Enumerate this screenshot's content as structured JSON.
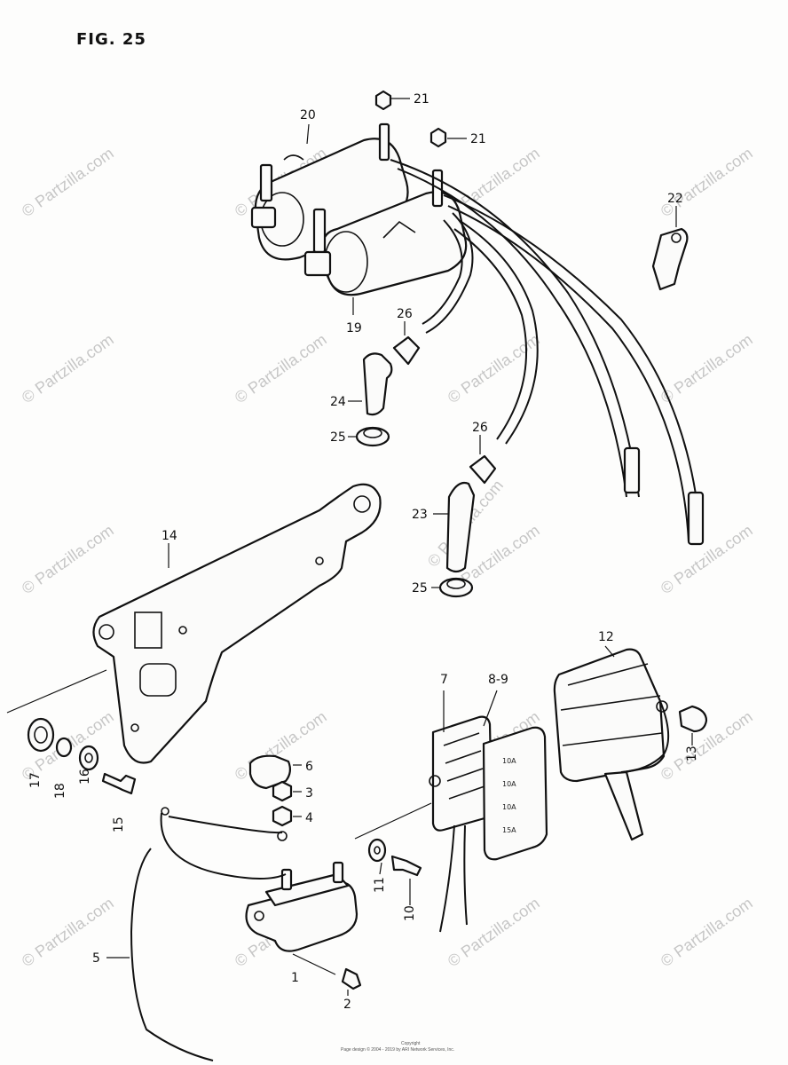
{
  "figure": {
    "title": "FIG. 25"
  },
  "watermark": {
    "text": "© Partzilla.com"
  },
  "callouts": [
    {
      "id": "c1",
      "text": "1"
    },
    {
      "id": "c2",
      "text": "2"
    },
    {
      "id": "c3",
      "text": "3"
    },
    {
      "id": "c4",
      "text": "4"
    },
    {
      "id": "c5",
      "text": "5"
    },
    {
      "id": "c6",
      "text": "6"
    },
    {
      "id": "c7",
      "text": "7"
    },
    {
      "id": "c8",
      "text": "8-9"
    },
    {
      "id": "c10",
      "text": "10"
    },
    {
      "id": "c11",
      "text": "11"
    },
    {
      "id": "c12",
      "text": "12"
    },
    {
      "id": "c13",
      "text": "13"
    },
    {
      "id": "c14",
      "text": "14"
    },
    {
      "id": "c15",
      "text": "15"
    },
    {
      "id": "c16",
      "text": "16"
    },
    {
      "id": "c17",
      "text": "17"
    },
    {
      "id": "c18",
      "text": "18"
    },
    {
      "id": "c19",
      "text": "19"
    },
    {
      "id": "c20",
      "text": "20"
    },
    {
      "id": "c21a",
      "text": "21"
    },
    {
      "id": "c21b",
      "text": "21"
    },
    {
      "id": "c22",
      "text": "22"
    },
    {
      "id": "c23",
      "text": "23"
    },
    {
      "id": "c24",
      "text": "24"
    },
    {
      "id": "c25a",
      "text": "25"
    },
    {
      "id": "c25b",
      "text": "25"
    },
    {
      "id": "c26a",
      "text": "26"
    },
    {
      "id": "c26b",
      "text": "26"
    }
  ],
  "fuse_box_labels": [
    "10A",
    "10A",
    "10A",
    "15A"
  ],
  "footer": {
    "line1": "Copyright",
    "line2": "Page design © 2004 - 2019 by ARI Network Services, Inc."
  },
  "colors": {
    "ink": "#111111",
    "paper": "#fdfdfc",
    "watermark": "#9a9a9a"
  }
}
